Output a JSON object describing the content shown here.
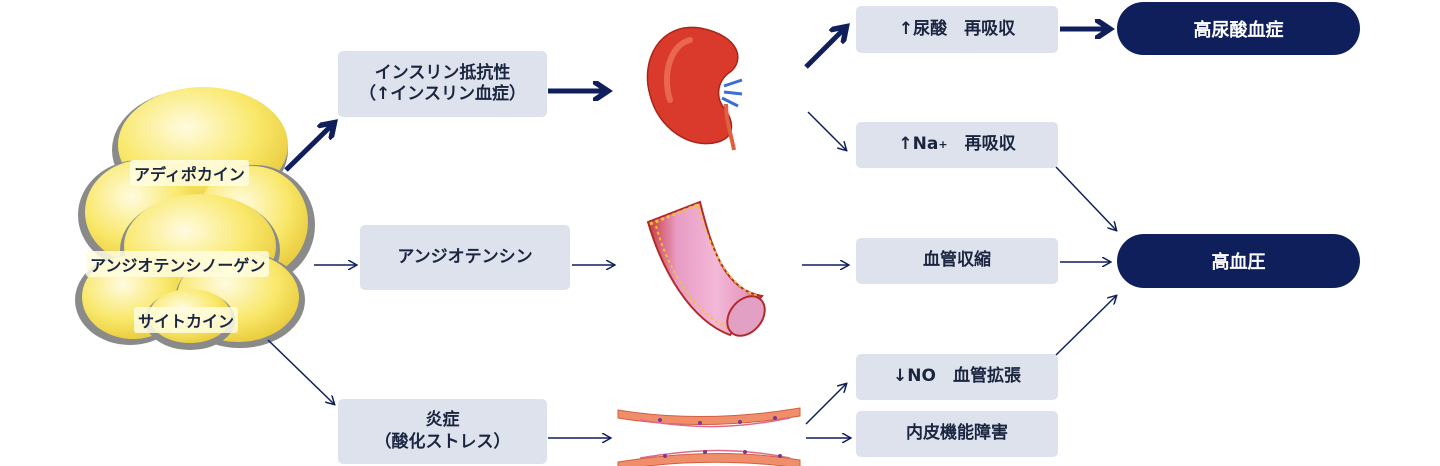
{
  "colors": {
    "box_bg": "#dde2ec",
    "pill_bg": "#0f1f5c",
    "arrow": "#0f1f5c",
    "fat": "#f7e35a"
  },
  "adipose": {
    "labels": [
      "アディポカイン",
      "アンジオテンシノーゲン",
      "サイトカイン"
    ]
  },
  "boxes": {
    "insulin_line1": "インスリン抵抗性",
    "insulin_line2": "（↑インスリン血症）",
    "angiotensin": "アンジオテンシン",
    "inflammation_line1": "炎症",
    "inflammation_line2": "（酸化ストレス）",
    "uric_acid_reabsorption": "↑尿酸　再吸収",
    "na_prefix": "↑Na",
    "na_sup": "+",
    "na_suffix": "　再吸収",
    "vasoconstriction": "血管収縮",
    "no_vasodilation": "↓NO　血管拡張",
    "endothelial_dysfunction": "内皮機能障害"
  },
  "outcomes": {
    "hyperuricemia": "高尿酸血症",
    "hypertension": "高血圧"
  },
  "icons": [
    "kidney-icon",
    "blood-vessel-icon",
    "endothelium-icon",
    "adipose-tissue-icon"
  ]
}
